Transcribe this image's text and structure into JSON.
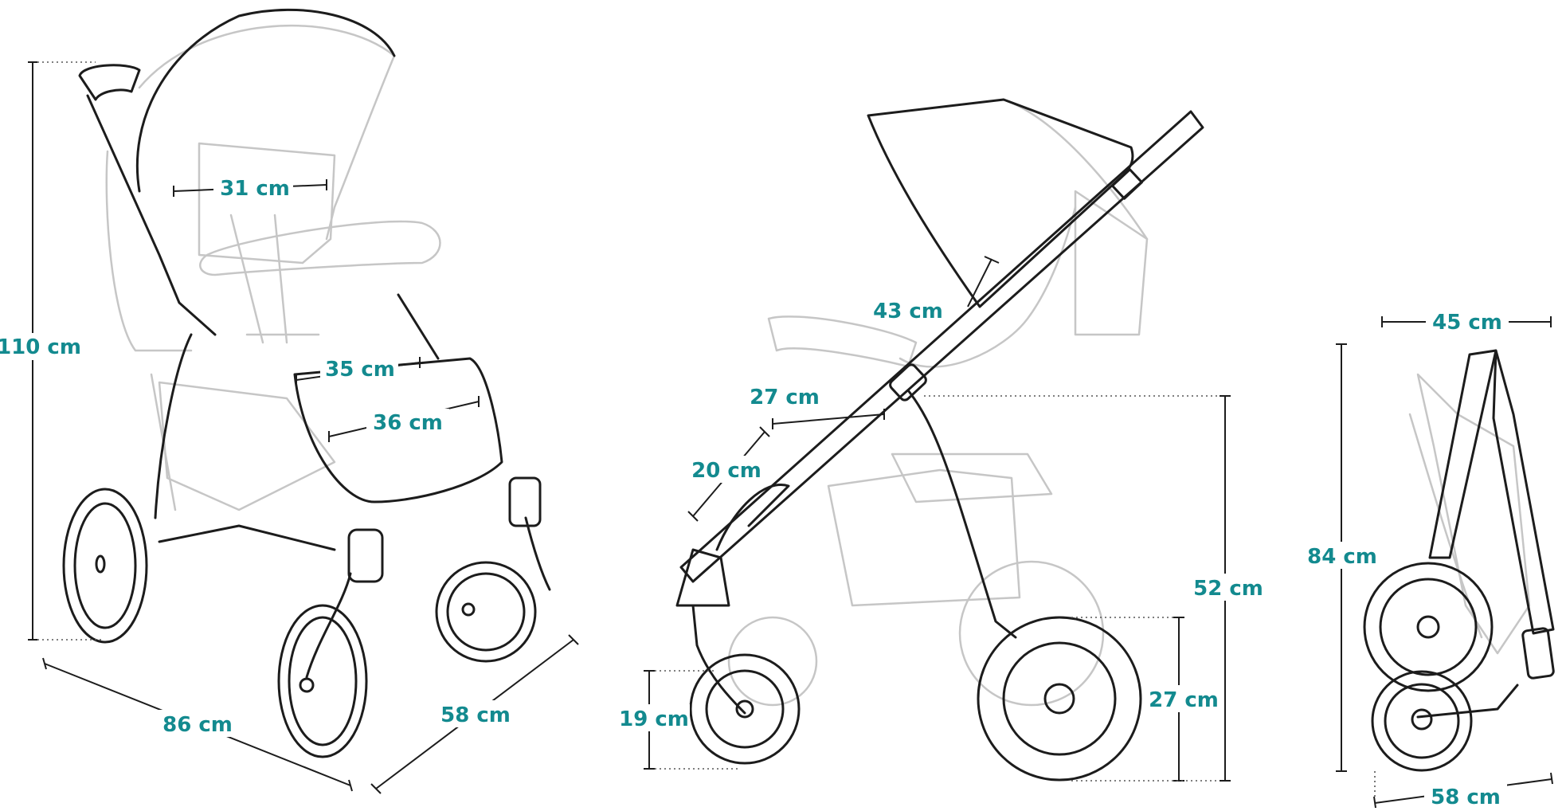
{
  "colors": {
    "label": "#138a8f",
    "line": "#1c1c1c",
    "ghost": "#c6c6c6"
  },
  "views": {
    "front": {
      "height": "110 cm",
      "backrest_width": "31 cm",
      "seat_width": "35 cm",
      "footrest_width": "36 cm",
      "length": "86 cm",
      "width": "58 cm"
    },
    "side": {
      "backrest_length": "43 cm",
      "seat_depth": "27 cm",
      "footrest_length": "20 cm",
      "seat_height": "52 cm",
      "rear_wheel": "27 cm",
      "front_wheel": "19 cm"
    },
    "folded": {
      "depth": "45 cm",
      "height": "84 cm",
      "width": "58 cm"
    }
  }
}
